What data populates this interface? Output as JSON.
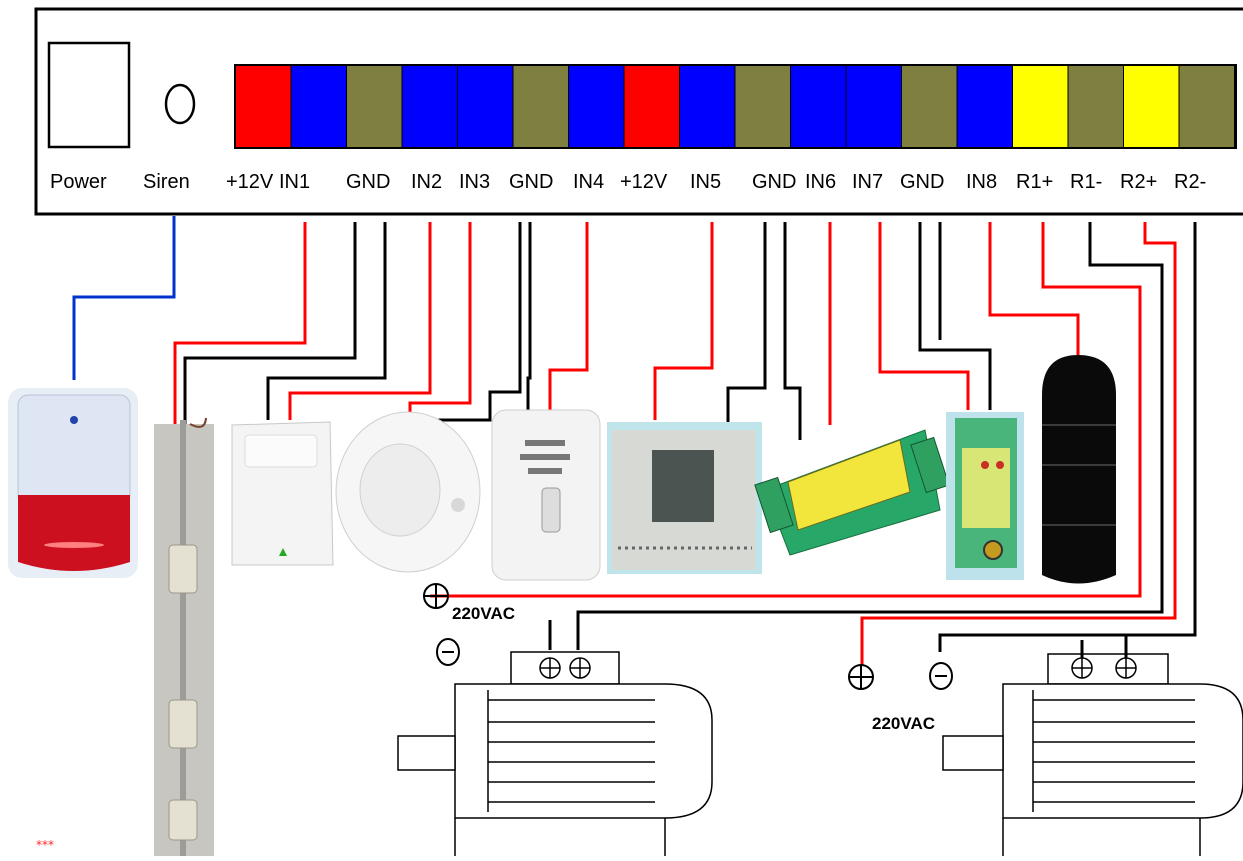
{
  "panel": {
    "power_label": "Power",
    "siren_label": "Siren",
    "terminals": [
      {
        "label": "+12V",
        "color": "#ff0000"
      },
      {
        "label": "IN1",
        "color": "#0000ff"
      },
      {
        "label": "GND",
        "color": "#7f7f40"
      },
      {
        "label": "IN2",
        "color": "#0000ff"
      },
      {
        "label": "IN3",
        "color": "#0000ff"
      },
      {
        "label": "GND",
        "color": "#7f7f40"
      },
      {
        "label": "IN4",
        "color": "#0000ff"
      },
      {
        "label": "+12V",
        "color": "#ff0000"
      },
      {
        "label": "IN5",
        "color": "#0000ff"
      },
      {
        "label": "GND",
        "color": "#7f7f40"
      },
      {
        "label": "IN6",
        "color": "#0000ff"
      },
      {
        "label": "IN7",
        "color": "#0000ff"
      },
      {
        "label": "GND",
        "color": "#7f7f40"
      },
      {
        "label": "IN8",
        "color": "#0000ff"
      },
      {
        "label": "R1+",
        "color": "#ffff00"
      },
      {
        "label": "R1-",
        "color": "#7f7f40"
      },
      {
        "label": "R2+",
        "color": "#ffff00"
      },
      {
        "label": "R2-",
        "color": "#7f7f40"
      }
    ]
  },
  "motors": {
    "left_voltage": "220VAC",
    "right_voltage": "220VAC"
  },
  "footer": {
    "mark": "***"
  },
  "colors": {
    "positive_wire": "#ff0000",
    "ground_wire": "#000000",
    "siren_wire": "#0033cc"
  }
}
